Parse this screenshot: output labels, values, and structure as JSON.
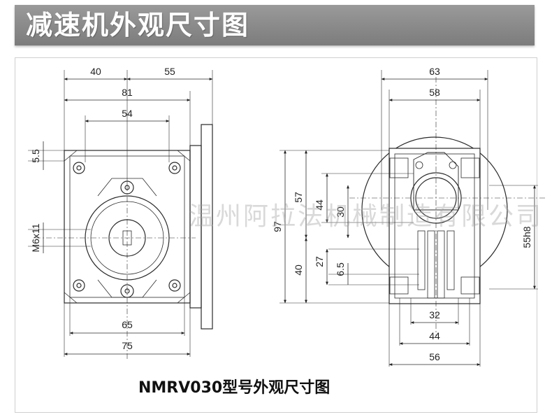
{
  "header": {
    "title": "减速机外观尺寸图"
  },
  "caption": "NMRV030型号外观尺寸图",
  "watermark": "温州阿拉法机械制造有限公司",
  "front_view": {
    "dims": {
      "top_left": "40",
      "top_right": "55",
      "overall": "81",
      "bolt": "54",
      "flange": "5.5",
      "thread": "M6x11",
      "base_inner": "65",
      "base_outer": "75"
    }
  },
  "side_view": {
    "dims": {
      "top_outer": "63",
      "top_inner": "58",
      "total_height": "97",
      "upper": "57",
      "bore": "44",
      "center_bore": "30",
      "lower": "40",
      "base": "27",
      "slot": "6.5",
      "shaft": "55h8",
      "base_inner": "32",
      "base_mid": "44",
      "base_outer": "56"
    }
  },
  "colors": {
    "header_bg": "#8a8a8a",
    "line": "#2a2a2a"
  }
}
